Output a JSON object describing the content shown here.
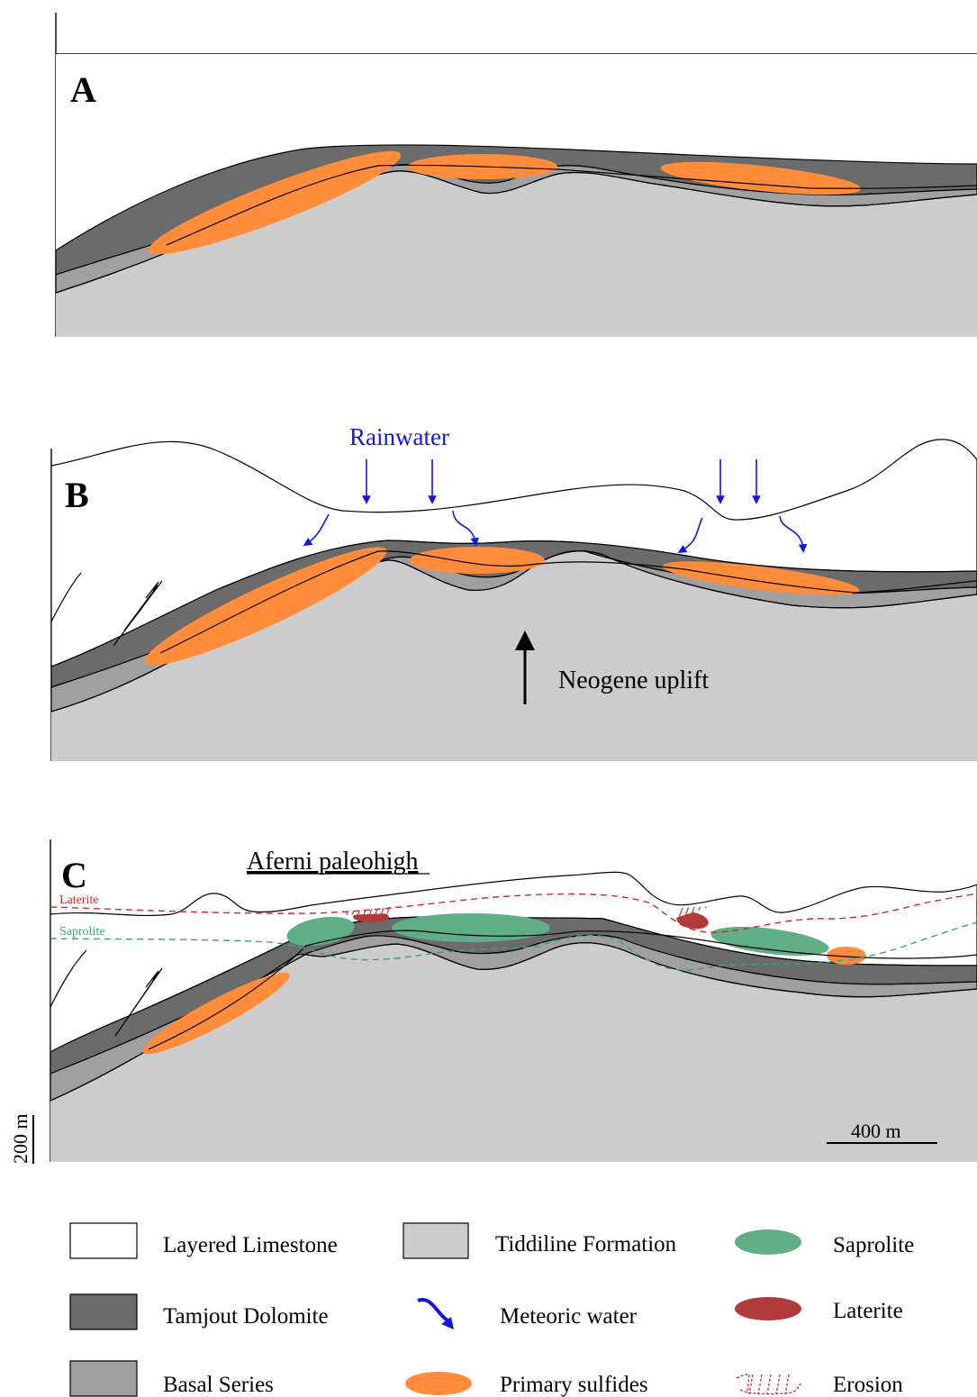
{
  "panels": {
    "a": {
      "letter": "A"
    },
    "b": {
      "letter": "B",
      "rain_label": "Rainwater",
      "uplift_label": "Neogene uplift"
    },
    "c": {
      "letter": "C",
      "title": "Aferni paleohigh",
      "laterite_label": "Laterite",
      "saprolite_label": "Saprolite"
    }
  },
  "scale": {
    "vertical": "200 m",
    "horizontal": "400 m"
  },
  "legend": [
    {
      "label": "Layered Limestone",
      "symbol": "box",
      "color": "#ffffff"
    },
    {
      "label": "Tiddiline Formation",
      "symbol": "box",
      "color": "#cccccc"
    },
    {
      "label": "Saprolite",
      "symbol": "ellipse",
      "color": "#5fae86"
    },
    {
      "label": "Tamjout Dolomite",
      "symbol": "box",
      "color": "#6b6b6b"
    },
    {
      "label": "Meteoric water",
      "symbol": "wavy-arrow",
      "color": "#1515e0"
    },
    {
      "label": "Laterite",
      "symbol": "ellipse",
      "color": "#b23a3a"
    },
    {
      "label": "Basal Series",
      "symbol": "box",
      "color": "#a0a0a0"
    },
    {
      "label": "Primary sulfides",
      "symbol": "ellipse",
      "color": "#ff8c3a"
    },
    {
      "label": "Erosion",
      "symbol": "hatch",
      "color": "#cc3333"
    }
  ],
  "colors": {
    "tiddiline": "#cccccc",
    "basal": "#a0a0a0",
    "dolomite": "#6b6b6b",
    "sulfide": "#ff8c3a",
    "saprolite": "#5fae86",
    "laterite": "#b23a3a",
    "water": "#1515e0",
    "laterite_line": "#cc2a2a",
    "saprolite_line": "#3f9f7c"
  }
}
